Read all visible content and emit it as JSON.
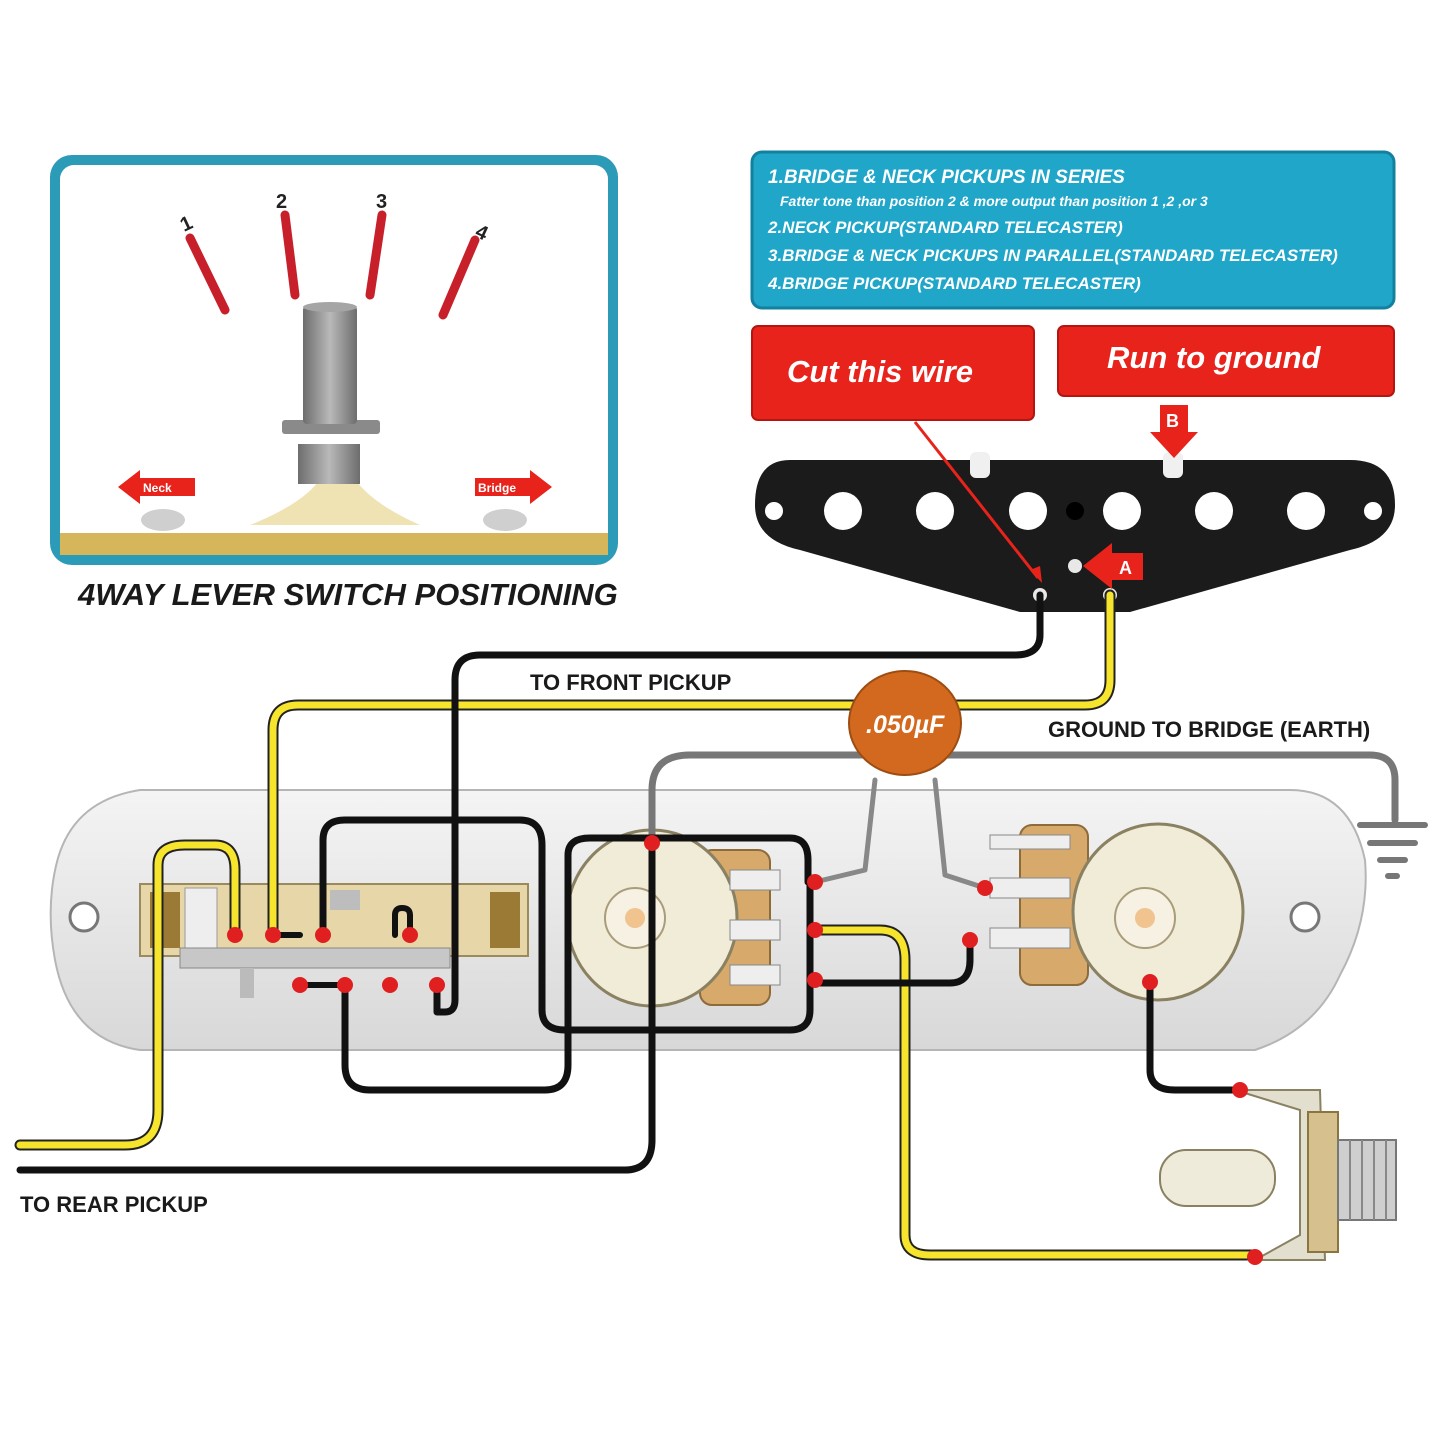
{
  "lever_panel": {
    "title": "4WAY LEVER SWITCH POSITIONING",
    "positions": [
      "1",
      "2",
      "3",
      "4"
    ],
    "neck_label": "Neck",
    "bridge_label": "Bridge"
  },
  "info_box": {
    "line1": "1.BRIDGE & NECK PICKUPS IN SERIES",
    "line1_sub": "Fatter tone than position 2 & more output than position 1 ,2 ,or 3",
    "line2": "2.NECK PICKUP(STANDARD TELECASTER)",
    "line3": "3.BRIDGE & NECK PICKUPS IN PARALLEL(STANDARD TELECASTER)",
    "line4": "4.BRIDGE PICKUP(STANDARD TELECASTER)"
  },
  "callouts": {
    "cut_wire": "Cut this wire",
    "run_ground": "Run to ground",
    "marker_a": "A",
    "marker_b": "B"
  },
  "wiring": {
    "front_pickup": "TO FRONT PICKUP",
    "ground_bridge": "GROUND TO BRIDGE (EARTH)",
    "capacitor": ".050µF",
    "rear_pickup": "TO REAR PICKUP"
  },
  "colors": {
    "wire_yellow": "#f7e52d",
    "wire_black": "#111111",
    "solder_red": "#e02020",
    "callout_red": "#e8231b",
    "info_blue": "#1fa6c9",
    "capacitor": "#d2691e"
  }
}
